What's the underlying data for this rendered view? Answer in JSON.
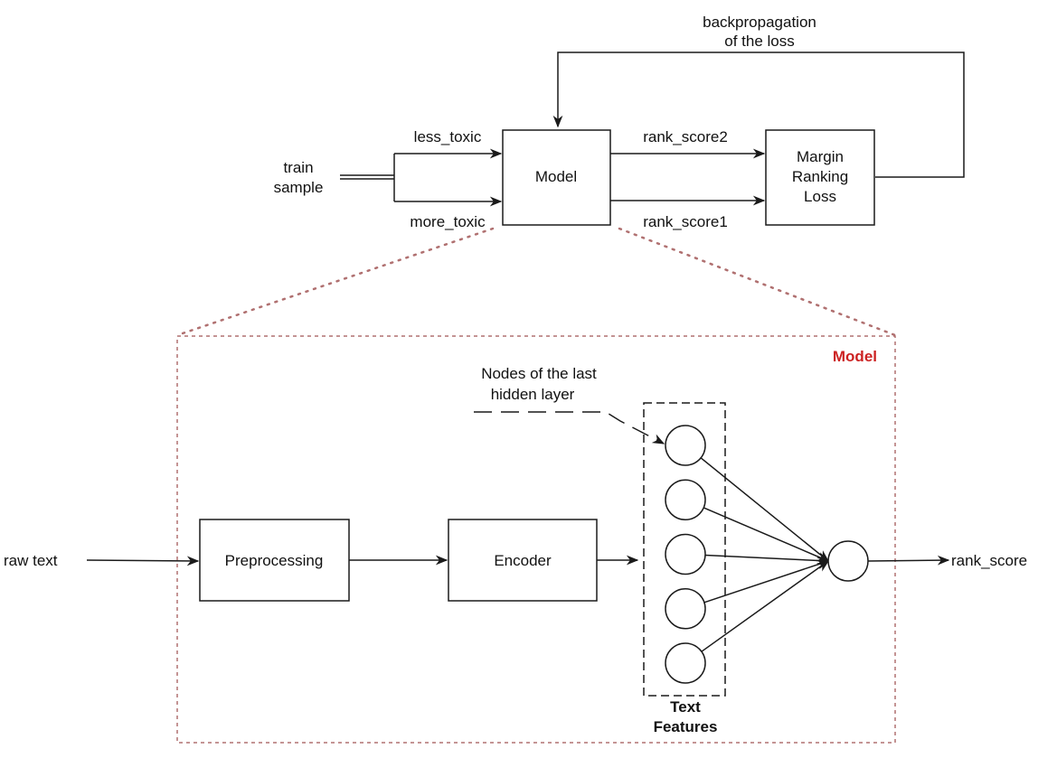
{
  "colors": {
    "stroke": "#1a1a1a",
    "zoom_frame": "#b07070",
    "zoom_title": "#cc2222"
  },
  "top": {
    "backprop_line1": "backpropagation",
    "backprop_line2": "of the loss",
    "train_line1": "train",
    "train_line2": "sample",
    "less_toxic": "less_toxic",
    "more_toxic": "more_toxic",
    "model": "Model",
    "rank_score2": "rank_score2",
    "rank_score1": "rank_score1",
    "loss_line1": "Margin",
    "loss_line2": "Ranking",
    "loss_line3": "Loss"
  },
  "detail": {
    "title": "Model",
    "raw_text": "raw text",
    "preprocessing": "Preprocessing",
    "encoder": "Encoder",
    "hidden_note_line1": "Nodes of the last",
    "hidden_note_line2": "hidden layer",
    "features_line1": "Text",
    "features_line2": "Features",
    "output": "rank_score",
    "feature_node_count": 5
  }
}
